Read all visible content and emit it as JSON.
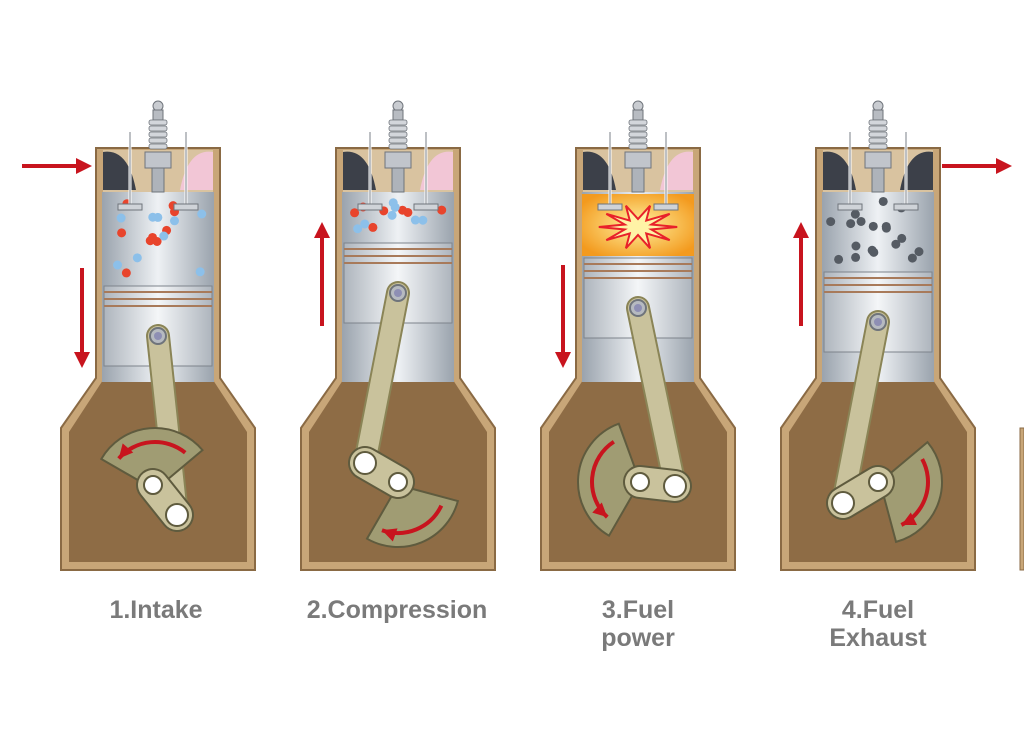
{
  "stages": [
    {
      "id": "intake",
      "caption": [
        "1.Intake"
      ],
      "piston_direction": "down",
      "gas": "fuel-air-mix"
    },
    {
      "id": "compression",
      "caption": [
        "2.Compression"
      ],
      "piston_direction": "up",
      "gas": "compressed-mix"
    },
    {
      "id": "power",
      "caption": [
        "3.Fuel",
        "power"
      ],
      "piston_direction": "down",
      "gas": "ignition"
    },
    {
      "id": "exhaust",
      "caption": [
        "4.Fuel",
        "Exhaust"
      ],
      "piston_direction": "up",
      "gas": "exhaust-gas"
    }
  ],
  "colors": {
    "housing": "#c8a678",
    "housing_edge": "#8a6a44",
    "crankcase_interior": "#8e6c45",
    "cylinder_metal": "#b9c0c8",
    "cylinder_interior": "#dfe3e8",
    "piston": "#d7dade",
    "rod": "#c9c29c",
    "crank": "#a09c73",
    "arrow": "#c8141e",
    "fuel_particle": "#e8442c",
    "air_particle": "#8cc0ea",
    "exhaust_particle": "#555b63",
    "flame_outer": "#f6a325",
    "flame_inner": "#fbe37a",
    "exhaust_port": "#f2c6d6",
    "caption_text": "#7a7a7a"
  }
}
